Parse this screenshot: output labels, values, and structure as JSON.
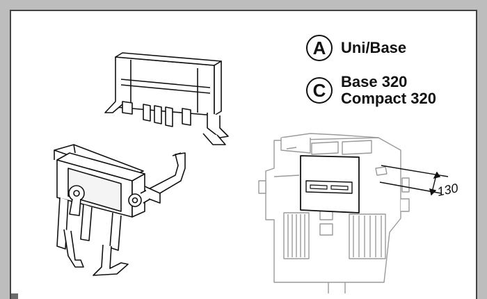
{
  "legend": {
    "items": [
      {
        "badge": "A",
        "text": "Uni/Base"
      },
      {
        "badge": "C",
        "line1": "Base 320",
        "line2": "Compact 320"
      }
    ]
  },
  "dimension": {
    "value": "130"
  },
  "colors": {
    "frame": "#bdbdbd",
    "panel_border": "#444444",
    "ink": "#111111",
    "ghost_ink": "#9a9a9a"
  }
}
